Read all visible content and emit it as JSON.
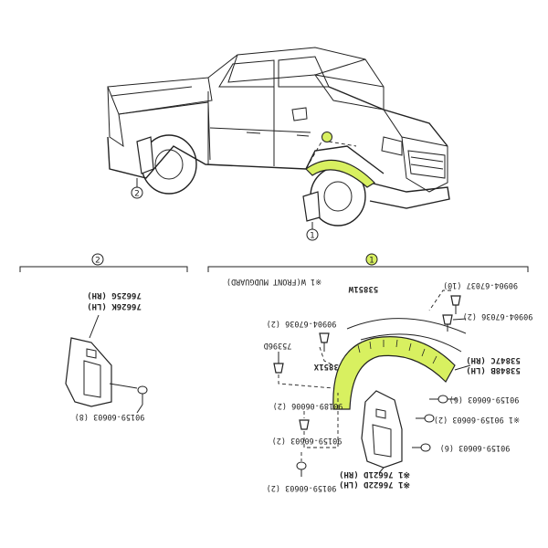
{
  "colors": {
    "highlight": "#d8f060",
    "ink": "#222222",
    "background": "#ffffff"
  },
  "callouts": {
    "mudguard_rear": "2",
    "mudguard_front": "1"
  },
  "sections": {
    "left": {
      "number": "2"
    },
    "right": {
      "number": "1",
      "note": "※1 W(FRONT MUDGUARD)"
    }
  },
  "parts": {
    "p1": "76625G (RH)",
    "p2": "76626K (LH)",
    "p3": "90159-60603 (8)",
    "p4": "53851W",
    "p5": "90904-67037 (10)",
    "p6": "90904-67036 (2)",
    "p7": "75396D",
    "p8": "53851X",
    "p9": "90189-06006 (2)",
    "p10": "90159-60603 (2)",
    "p11": "53847C (RH)",
    "p12": "53848B (LH)",
    "p13": "90159-60603 (6)",
    "p14": "※1 90159-60603 (2)",
    "p15": "90159-60603 (6)",
    "p16": "※1 76621D (RH)",
    "p17": "※1 76622D (LH)",
    "p18": "90159-60603 (2)",
    "p19": "90904-67036 (2)"
  }
}
